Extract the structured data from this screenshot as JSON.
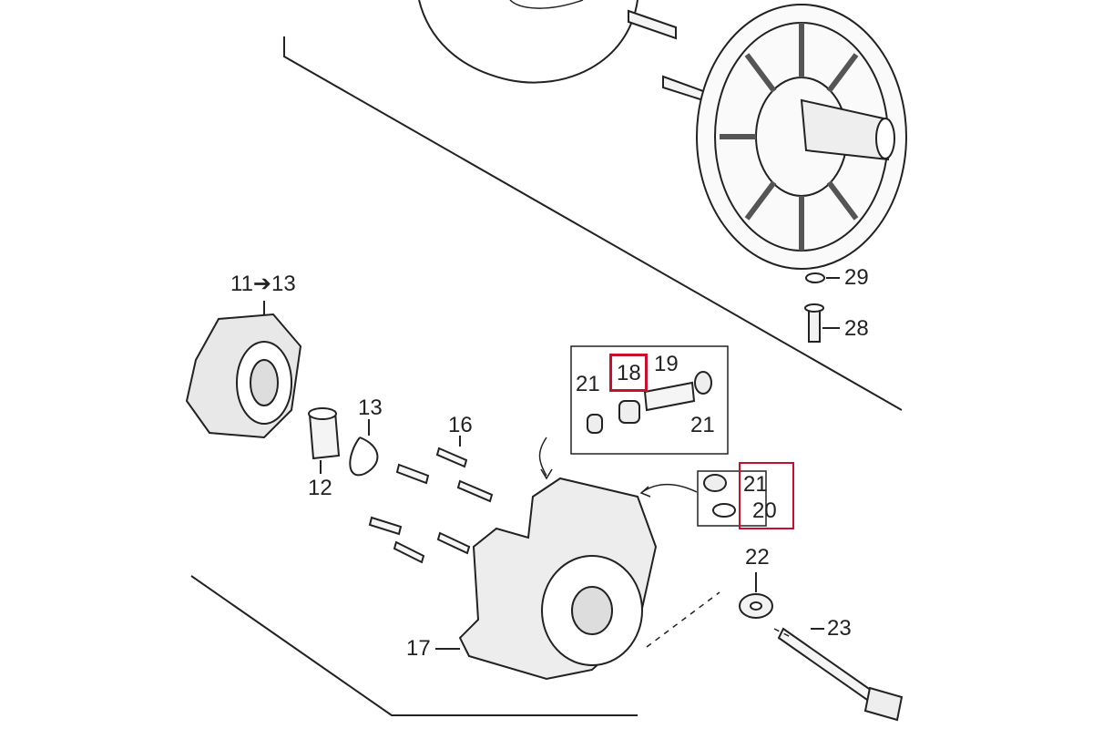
{
  "diagram": {
    "callouts": {
      "c11_13": "11➔13",
      "c13": "13",
      "c12": "12",
      "c16": "16",
      "c17": "17",
      "c18": "18",
      "c19": "19",
      "c21_a": "21",
      "c21_b": "21",
      "c21_c": "21",
      "c20": "20",
      "c22": "22",
      "c23": "23",
      "c28": "28",
      "c29": "29"
    },
    "highlight_color": "#c8102e",
    "highlighted_callouts": [
      "18",
      "21",
      "20"
    ]
  }
}
